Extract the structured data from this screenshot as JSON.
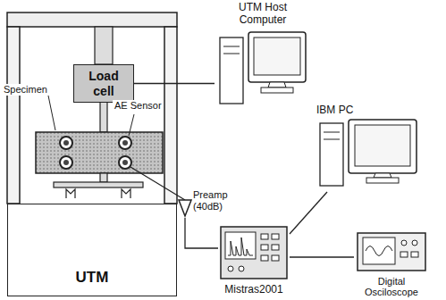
{
  "diagram": {
    "nodes": [
      {
        "text": [
          "UTM Host Computer"
        ]
      },
      {
        "text": [
          "Load cell"
        ]
      },
      {
        "text": [
          "Preamp (40dB)"
        ]
      },
      {
        "text": [
          "IBM PC"
        ]
      },
      {
        "text": [
          "Mistras2001"
        ]
      },
      {
        "text": [
          "Digital Osciloscope"
        ]
      },
      {
        "text": [
          "UTM"
        ]
      }
    ],
    "edges": [
      {
        "from": 1,
        "to": 0,
        "arrow": "none"
      },
      {
        "from": 2,
        "to": 4,
        "arrow": "none"
      },
      {
        "from": 4,
        "to": 3,
        "arrow": "none"
      },
      {
        "from": 4,
        "to": 5,
        "arrow": "none"
      }
    ],
    "labels": [
      "Specimen",
      "AE Sensor"
    ]
  }
}
